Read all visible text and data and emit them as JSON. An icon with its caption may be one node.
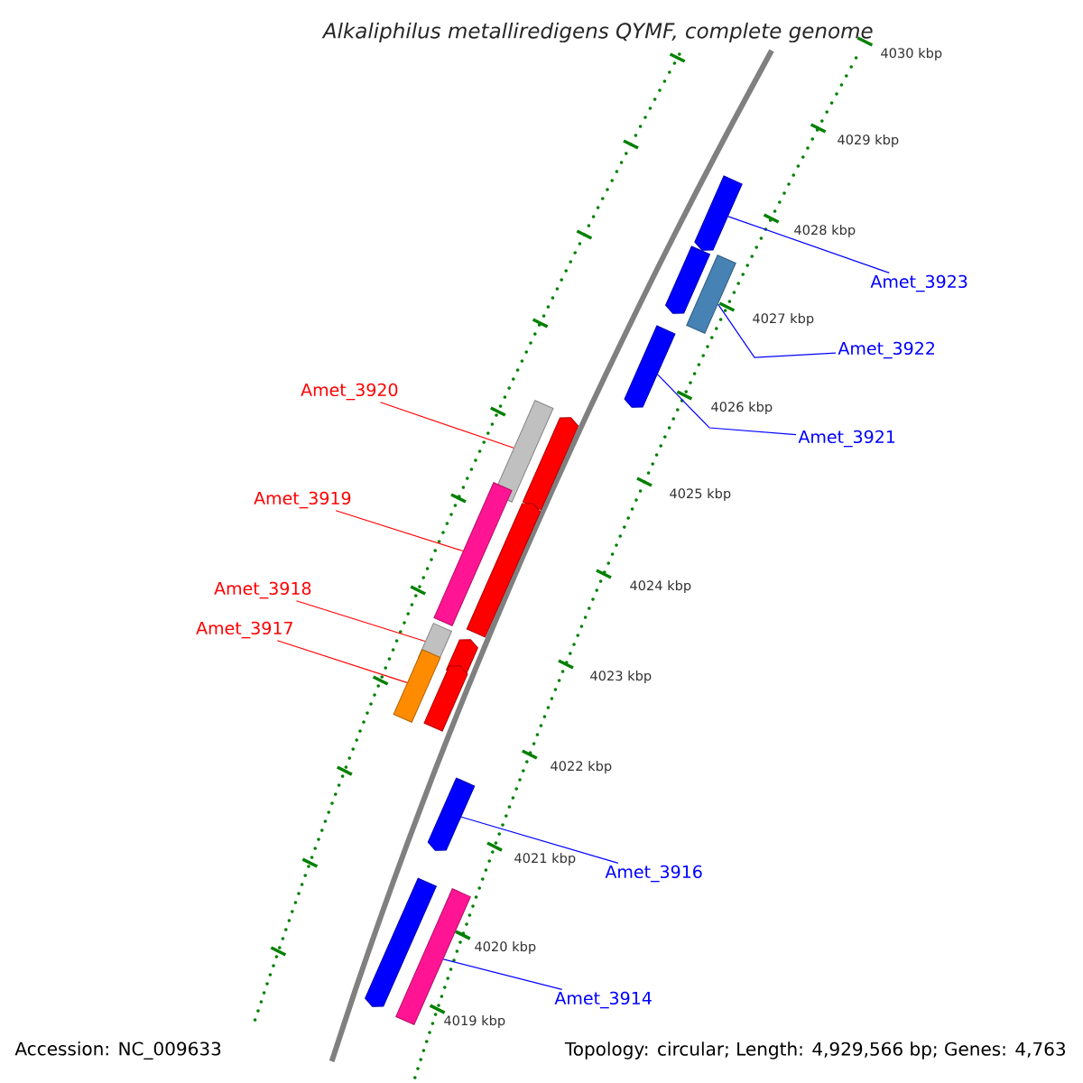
{
  "diagram": {
    "title": "Alkaliphilus metalliredigens QYMF, complete genome",
    "nodes": [
      {
        "text": [
          "Amet_3923"
        ]
      },
      {
        "text": [
          "Amet_3922"
        ]
      },
      {
        "text": [
          "Amet_3920"
        ]
      },
      {
        "text": [
          "Amet_3921"
        ]
      },
      {
        "text": [
          "Amet_3919"
        ]
      },
      {
        "text": [
          "Amet_3918"
        ]
      },
      {
        "text": [
          "Amet_3917"
        ]
      },
      {
        "text": [
          "Amet_3916"
        ]
      },
      {
        "text": [
          "Amet_3914"
        ]
      },
      {
        "text": [],
        "shape": "pentagon"
      },
      {
        "text": [],
        "shape": "pentagon"
      },
      {
        "text": [],
        "shape": "box"
      },
      {
        "text": [],
        "shape": "pentagon"
      },
      {
        "text": [],
        "shape": "box"
      },
      {
        "text": [],
        "shape": "pentagon"
      },
      {
        "text": [],
        "shape": "box"
      },
      {
        "text": [],
        "shape": "pentagon"
      },
      {
        "text": [],
        "shape": "box"
      },
      {
        "text": [],
        "shape": "pentagon"
      },
      {
        "text": [],
        "shape": "box"
      },
      {
        "text": [],
        "shape": "pentagon"
      },
      {
        "text": [],
        "shape": "pentagon"
      },
      {
        "text": [],
        "shape": "pentagon"
      },
      {
        "text": [],
        "shape": "box"
      }
    ],
    "edges": [
      {
        "from": 0,
        "to": 9,
        "arrow": "none"
      },
      {
        "from": 1,
        "to": 11,
        "arrow": "none"
      },
      {
        "from": 2,
        "to": 13,
        "arrow": "none",
        "color": "#ff0000"
      },
      {
        "from": 3,
        "to": 12,
        "arrow": "none"
      },
      {
        "from": 4,
        "to": 15,
        "arrow": "none",
        "color": "#ff0000"
      },
      {
        "from": 5,
        "to": 17,
        "arrow": "none",
        "color": "#ff0000"
      },
      {
        "from": 6,
        "to": 19,
        "arrow": "none",
        "color": "#ff0000"
      },
      {
        "from": 7,
        "to": 21,
        "arrow": "none"
      },
      {
        "from": 8,
        "to": 23,
        "arrow": "none"
      }
    ],
    "labels": [
      "4030 kbp",
      "4029 kbp",
      "4028 kbp",
      "4027 kbp",
      "4026 kbp",
      "4025 kbp",
      "4024 kbp",
      "4023 kbp",
      "4022 kbp",
      "4021 kbp",
      "4020 kbp",
      "4019 kbp",
      "Accession: NC_009633",
      "Topology: circular; Length: 4,929,566 bp; Genes: 4,763"
    ]
  }
}
